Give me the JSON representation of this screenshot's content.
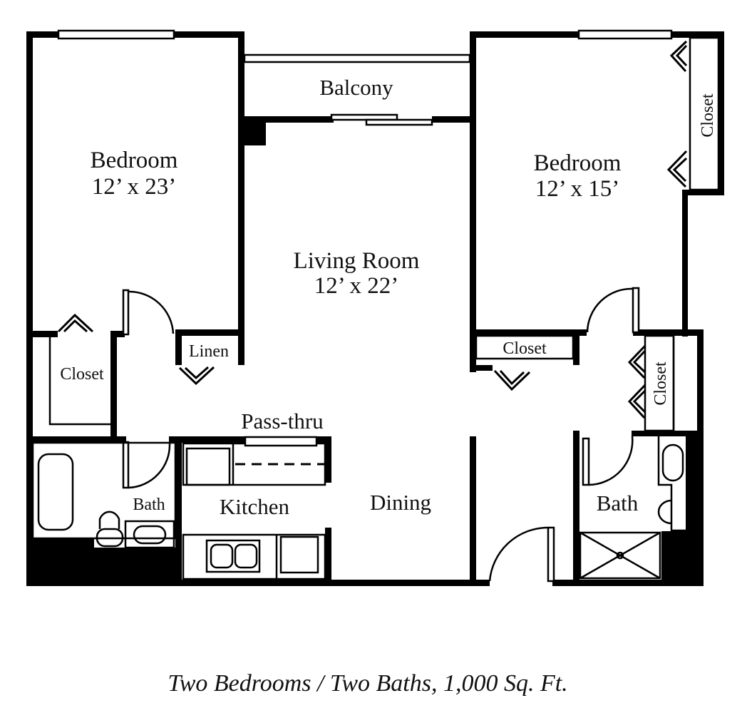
{
  "rooms": {
    "bedroom_left": {
      "name": "Bedroom",
      "size": "12’ x 23’"
    },
    "bedroom_right": {
      "name": "Bedroom",
      "size": "12’ x 15’"
    },
    "living": {
      "name": "Living Room",
      "size": "12’ x 22’"
    },
    "balcony": "Balcony",
    "closet_right_top": "Closet",
    "closet_left": "Closet",
    "linen": "Linen",
    "closet_mid": "Closet",
    "closet_right_hall": "Closet",
    "pass_thru": "Pass-thru",
    "kitchen": "Kitchen",
    "dining": "Dining",
    "bath_left": "Bath",
    "bath_right": "Bath"
  },
  "caption": "Two Bedrooms / Two Baths, 1,000 Sq. Ft."
}
